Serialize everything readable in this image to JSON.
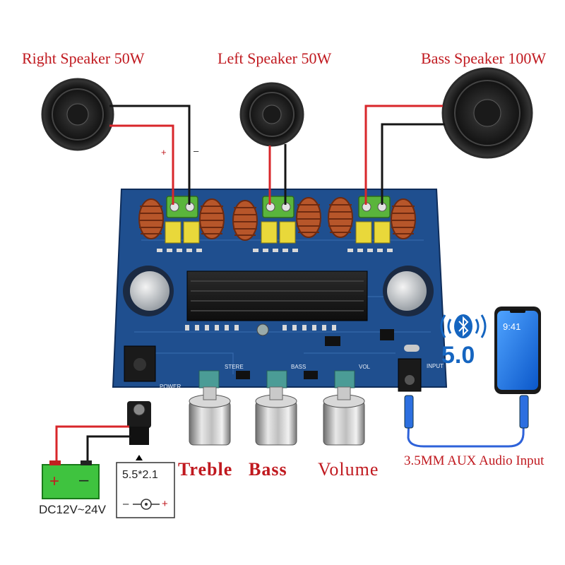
{
  "speakers": {
    "right": {
      "label": "Right Speaker 50W"
    },
    "left": {
      "label": "Left Speaker 50W"
    },
    "bass": {
      "label": "Bass Speaker 100W"
    }
  },
  "polarity": {
    "positive": "+",
    "negative": "–"
  },
  "knobs": [
    {
      "label": "Treble"
    },
    {
      "label": "Bass"
    },
    {
      "label": "Volume"
    }
  ],
  "board_silkscreen": {
    "stereo": "STERE",
    "bass": "BASS",
    "vol": "VOL",
    "power": "POWER",
    "input": "INPUT"
  },
  "bluetooth": {
    "version": "5.0",
    "icon": "bluetooth-icon"
  },
  "phone": {
    "time": "9:41"
  },
  "aux_input": {
    "label": "3.5MM AUX Audio Input"
  },
  "power": {
    "battery_label": "DC12V~24V",
    "battery_plus": "+",
    "battery_minus": "–",
    "jack_size": "5.5*2.1",
    "jack_polarity_left": "–",
    "jack_polarity_right": "+"
  },
  "colors": {
    "label_red": "#c0191f",
    "pcb_blue": "#1f4f8f",
    "battery_green": "#3fc33f",
    "bluetooth_blue": "#1565c0",
    "wire_red": "#d8262a",
    "wire_black": "#151515"
  }
}
